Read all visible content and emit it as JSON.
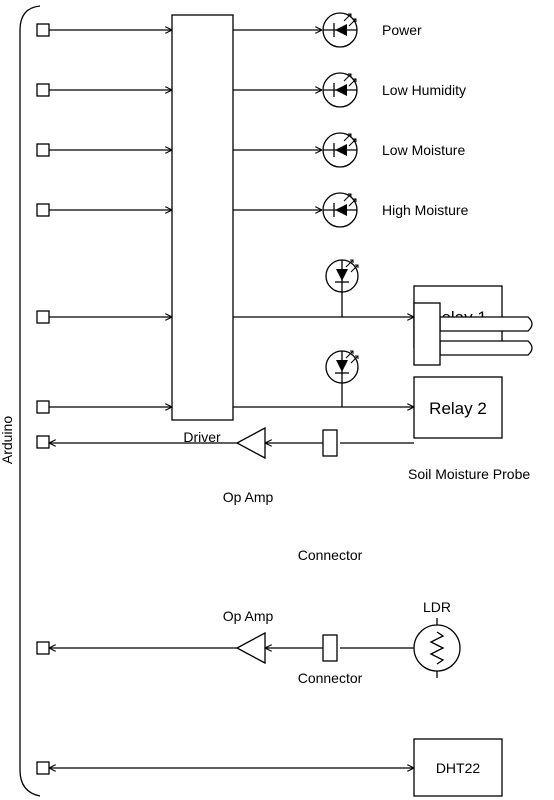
{
  "arduino_label": "Arduino",
  "driver_label": "Driver",
  "leds": [
    {
      "label": "Power"
    },
    {
      "label": "Low Humidity"
    },
    {
      "label": "Low Moisture"
    },
    {
      "label": "High Moisture"
    }
  ],
  "relays": [
    {
      "label": "Relay 1"
    },
    {
      "label": "Relay 2"
    }
  ],
  "sensors": {
    "soil_probe_label": "Soil Moisture Probe",
    "ldr_label": "LDR",
    "dht_label": "DHT22",
    "op_amp_label": "Op Amp",
    "connector_label": "Connector"
  }
}
